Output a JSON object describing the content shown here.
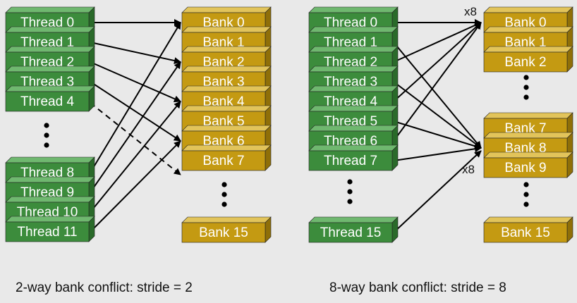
{
  "colors": {
    "thread_face": "#3c8c3c",
    "thread_side": "#2a6a2a",
    "thread_top": "#6fb86f",
    "bank_face": "#c49a12",
    "bank_side": "#8f6f08",
    "bank_top": "#e2c45a",
    "arrow": "#000000",
    "background": "#e9e9e9"
  },
  "left": {
    "threads_top": [
      "Thread 0",
      "Thread 1",
      "Thread 2",
      "Thread 3",
      "Thread 4"
    ],
    "threads_bottom": [
      "Thread 8",
      "Thread 9",
      "Thread 10",
      "Thread 11"
    ],
    "banks": [
      "Bank 0",
      "Bank 1",
      "Bank 2",
      "Bank 3",
      "Bank 4",
      "Bank 5",
      "Bank 6",
      "Bank 7"
    ],
    "bank_last": "Bank 15",
    "caption": "2-way bank conflict: stride = 2"
  },
  "right": {
    "threads": [
      "Thread 0",
      "Thread 1",
      "Thread 2",
      "Thread 3",
      "Thread 4",
      "Thread 5",
      "Thread 6",
      "Thread 7"
    ],
    "thread_last": "Thread 15",
    "banks_top": [
      "Bank 0",
      "Bank 1",
      "Bank 2"
    ],
    "banks_mid": [
      "Bank 7",
      "Bank 8",
      "Bank 9"
    ],
    "bank_last": "Bank 15",
    "multiplier_top": "x8",
    "multiplier_bottom": "x8",
    "caption": "8-way bank conflict: stride = 8"
  },
  "ellipsis_icon": "vertical-ellipsis-icon"
}
